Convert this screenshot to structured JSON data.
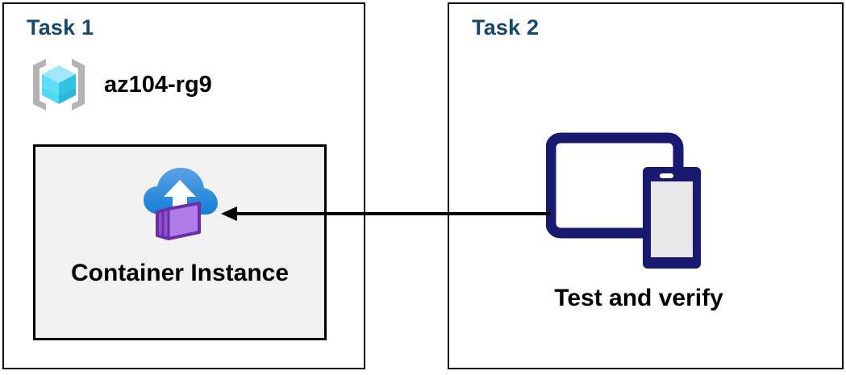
{
  "diagram": {
    "title": "Azure Container Instance task diagram",
    "background": "#ffffff",
    "accent_blue": "#17496d",
    "navy": "#191970",
    "gray_box_fill": "#f1f1f1",
    "arrow_color": "#000000"
  },
  "panels": [
    {
      "id": "task1",
      "title": "Task 1",
      "resource_group": {
        "icon": "azure-resource-group-icon",
        "label": "az104-rg9"
      },
      "resource": {
        "icon": "azure-container-instance-icon",
        "label": "Container Instance"
      }
    },
    {
      "id": "task2",
      "title": "Task 2",
      "item": {
        "icon": "tablet-and-phone-devices-icon",
        "label": "Test and verify"
      }
    }
  ],
  "connector": {
    "name": "arrow-task2-to-container-instance",
    "direction": "right-to-left",
    "from": "Test and verify",
    "to": "Container Instance"
  }
}
